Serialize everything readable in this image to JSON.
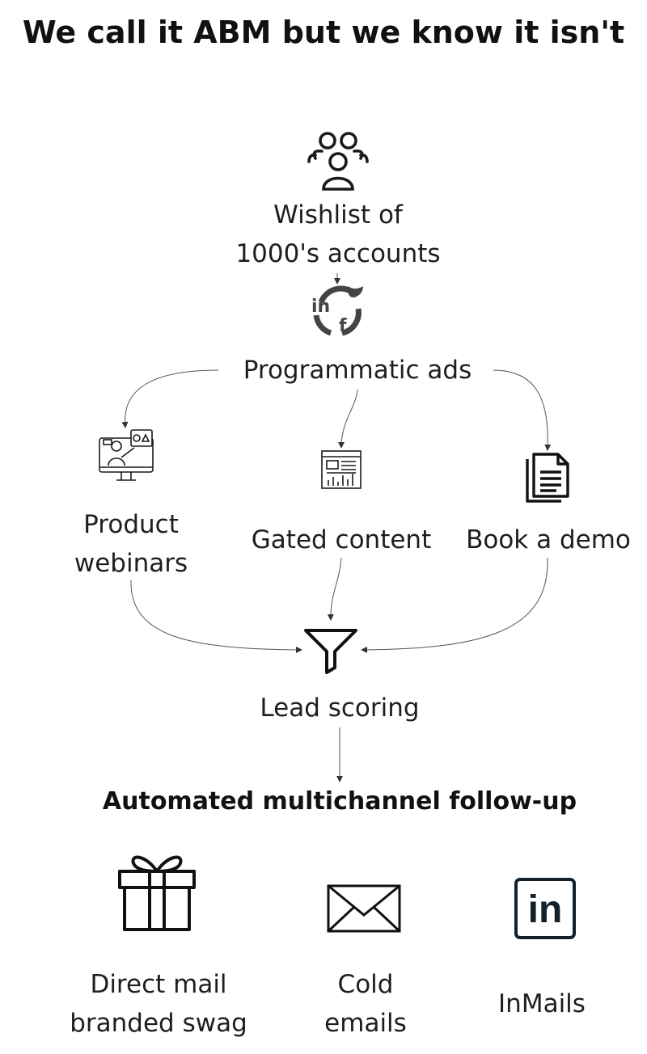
{
  "title": "We call it ABM but we know it isn't",
  "nodes": {
    "wishlist": {
      "line1": "Wishlist of",
      "line2": "1000's accounts",
      "icon": "people-group-icon"
    },
    "ads": {
      "label": "Programmatic ads",
      "icon": "social-media-icon"
    },
    "webinars": {
      "line1": "Product",
      "line2": "webinars",
      "icon": "webinar-presenter-icon"
    },
    "gated": {
      "label": "Gated content",
      "icon": "report-page-icon"
    },
    "demo": {
      "label": "Book a demo",
      "icon": "document-icon"
    },
    "scoring": {
      "label": "Lead scoring",
      "icon": "funnel-icon"
    }
  },
  "followup": {
    "heading": "Automated multichannel follow-up",
    "channels": [
      {
        "line1": "Direct mail",
        "line2": "branded swag",
        "icon": "gift-icon"
      },
      {
        "line1": "Cold",
        "line2": "emails",
        "icon": "envelope-icon"
      },
      {
        "line1": "InMails",
        "icon": "linkedin-icon",
        "glyph": "in"
      }
    ]
  }
}
